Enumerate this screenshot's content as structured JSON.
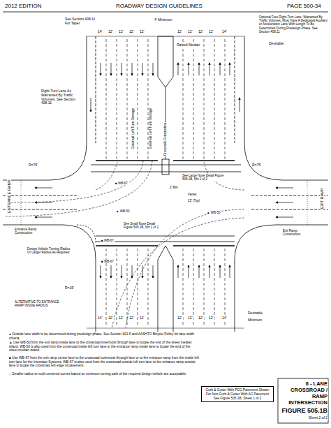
{
  "diagram": {
    "title": "6 - LANE CROSSROAD / RAMP INTERSECTION",
    "nodes": [
      {
        "text": [
          "Curb & Gutter With PCC Pavement Shown For Non-Curb & Gutter With AC Pavement See Figure 505.1B, Sheet 1 of 2"
        ]
      }
    ],
    "labels": [
      "2012 EDITION",
      "ROADWAY DESIGN GUIDELINES",
      "PAGE 500-34",
      "4' Minimum",
      "See Section 408.11 For Taper",
      "Raised Median",
      "Optional Free Right-Turn Lane, Warranted By Traffic Volumes, Must Have A Dedicated Auxiliary or Acceleration Lane With Length To Be Determined During Predesign Phase. See Section 408.11",
      "14'",
      "12'",
      "12'",
      "12'",
      "12'",
      "12'",
      "12'",
      "12'",
      "12'",
      "14'",
      "Desirable",
      "Right-Turn Lane As Warranted By Traffic Volumes. See Section 408.11",
      "External Left Turn Storage",
      "External Left Turn Storage",
      "Crosswalk Construction",
      "R=75'",
      "R=75'",
      "See Large Nose Detail Figure 505.1B, Sht 1 of 2",
      "2' Min",
      "Varies",
      "15' (Typ)",
      "■ WB-67",
      "▲ WB-50",
      "▲ WB-50",
      "See Small Nose Detail Figure 505.1B, Sht 1 of 2",
      "■ WB-67",
      "■ WB-67",
      "ENTRANCE RAMP",
      "EXIT RAMP",
      "Entrance Ramp Construction",
      "Exit Ramp Construction",
      "Design Vehicle Turning Radius Or Larger Radius As Required",
      "R=15'",
      "ALTERNATIVE TO ENTRANCE RAMP INSIDE RADIUS",
      "14'",
      "12'",
      "12'",
      "12'",
      "12'",
      "12'",
      "12'",
      "12'",
      "12'",
      "14'",
      "Desirable",
      "Minimum",
      "● Outside lane width to be determined during predesign phase. See Section 301.5 and AASHTO Bicycle Policy for lane width criteria.",
      "▲ Use WB-50 from the exit ramp inside lane to the crossroad innermost through lane to locate the end of the street median island. WB-50 is also used from the crossroad inside left turn lane to the entrance ramp inside lane to locate the end of the street median island.",
      "■ Use WB-67 from the exit ramp center lane to the crossroad outermost through lane or to the entrance ramp from the inside left turn lane for the Interstate Systems. WB-67 is also used from the crossroad outside left turn lane to the entrance ramp outside lane to locate the crossroad left edge of pavement.",
      "○ Smaller radius or multi-centered curves based on minimum turning path of the required design vehicle are acceptable.",
      "FIGURE 505.1B",
      "Sheet 2 of 2"
    ]
  }
}
